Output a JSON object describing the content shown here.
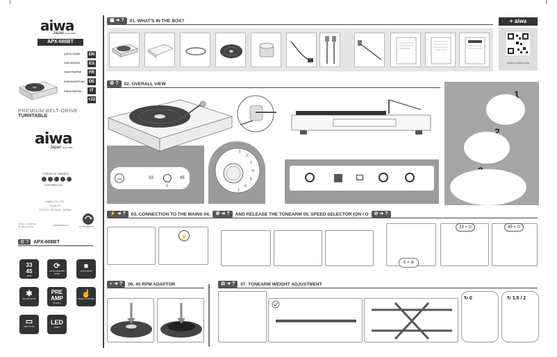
{
  "brand": {
    "logo": "aiwa",
    "sub": "Japan",
    "sub_mark": "since 1951"
  },
  "model": "APX-680BT",
  "languages": [
    {
      "label": "QUICK GUIDE",
      "code": "EN"
    },
    {
      "label": "GUÍA RÁPIDA",
      "code": "ES"
    },
    {
      "label": "GUIDE RAPIDE",
      "code": "FR"
    },
    {
      "label": "KURZANLEITUNG",
      "code": "DE"
    },
    {
      "label": "GUIDA RAPIDA",
      "code": "IT"
    },
    {
      "label": "",
      "code": "+22"
    }
  ],
  "product_title": "PREMIUM BELT-DRIVE",
  "product_sub": "TURNTABLE",
  "follow": "Follow us: aiwaEU",
  "website_left": "www.aiwa.com",
  "company": [
    "AIWA CO. LTD.",
    "N-Sa-Ku",
    "TOKYO 115-0044, JAPAN"
  ],
  "small_left": "Version 1.0 2022 EU\nAll rights reserved",
  "small_mid": "APXBSADBT1221",
  "small_right": "QS APX-680BT EU",
  "model_box": "APX-608BT",
  "features": [
    {
      "big": "33\n45",
      "small": "RPM"
    },
    {
      "big": "⟳",
      "small": "AUTO RETURN STOP"
    },
    {
      "big": "⏹",
      "small": "AUTO STOP"
    },
    {
      "big": "✱",
      "small": "BLUETOOTH"
    },
    {
      "big": "PRE\nAMP",
      "small": "PHONO"
    },
    {
      "big": "☝",
      "small": "TOUCH CONTROL"
    },
    {
      "big": "▭",
      "small": "USB TO PC"
    },
    {
      "big": "LED",
      "small": "LIGHT"
    }
  ],
  "sections": {
    "s01": {
      "num": "01.",
      "title": "WHAT'S IN THE BOX?"
    },
    "s02": {
      "num": "02.",
      "title": "OVERALL VIEW"
    },
    "s03": "03. CONNECTION TO THE MAINS 04.",
    "s03b": "AND RELEASE THE TONEARM 05. SPEED SELECTOR  (ON / O",
    "s06": {
      "num": "06.",
      "title": "45 RPM ADAPTOR"
    },
    "s07": {
      "num": "07.",
      "title": "TONEARM WEIGHT ADJUSTMENT"
    }
  },
  "plus_aiwa": "+ aiwa",
  "right_url": "www.eu-aiwa.com",
  "steps": [
    "1",
    "2",
    "3"
  ],
  "speed_labels": {
    "s33": "33",
    "s0": "0",
    "s45": "45"
  },
  "speed_btn_33": "33 = ⏻",
  "speed_btn_45": "45 = ⏻",
  "zero_label": "0 =",
  "weight_labels": {
    "zero": "0",
    "value": "1.5 / 2"
  }
}
